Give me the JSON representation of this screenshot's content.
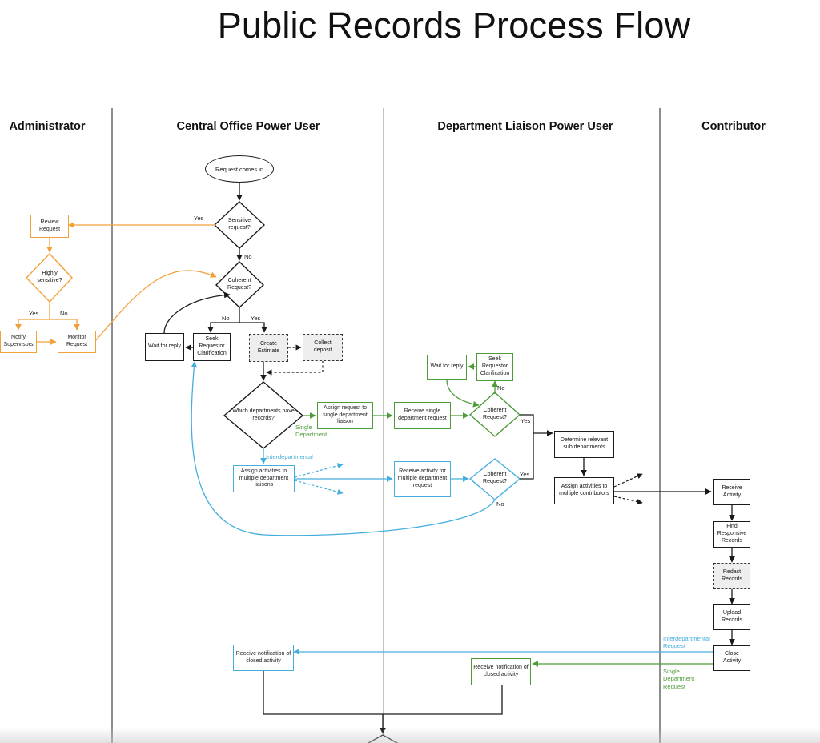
{
  "title": "Public Records Process Flow",
  "lanes": {
    "administrator": "Administrator",
    "central_office": "Central Office Power User",
    "department_liaison": "Department Liaison Power User",
    "contributor": "Contributor"
  },
  "nodes": {
    "request_comes_in": "Request comes in",
    "sensitive_request": "Sensitive request?",
    "review_request": "Review Request",
    "highly_sensitive": "Highly sensitive?",
    "notify_supervisors": "Notify Supervisors",
    "monitor_request": "Monitor Request",
    "coherent_request_central": "Coherent Request?",
    "wait_for_reply_central": "Wait for reply",
    "seek_clarification_central": "Seek Requestor Clarification",
    "create_estimate": "Create Estimate",
    "collect_deposit": "Collect deposit",
    "which_departments": "Which departments have records?",
    "assign_single_liaison": "Assign request to single department liaison",
    "assign_multiple_liaisons": "Assign activities to multiple department liaisons",
    "receive_single_request": "Receive single department request",
    "receive_multiple_activity": "Receive activity for multiple department request",
    "coherent_request_single": "Coherent Request?",
    "coherent_request_multiple": "Coherent Request?",
    "wait_for_reply_liaison": "Wait for reply",
    "seek_clarification_liaison": "Seek Requestor Clarification",
    "determine_sub_departments": "Determine relevant sub departments",
    "assign_multiple_contributors": "Assign activities to multiple contributors",
    "receive_activity": "Receive Activity",
    "find_responsive_records": "Find Responsive Records",
    "redact_records": "Redact Records",
    "upload_records": "Upload Records",
    "close_activity": "Close Activity",
    "notify_closed_central": "Receive notification of closed activity",
    "notify_closed_liaison": "Receive notification of closed activity"
  },
  "labels": {
    "yes_sensitive": "Yes",
    "no_sensitive": "No",
    "yes_highly": "Yes",
    "no_highly": "No",
    "no_coherent_central": "No",
    "yes_coherent_central": "Yes",
    "single_department": "Single Department",
    "interdepartmental": "Interdepartmental",
    "no_coherent_single": "No",
    "yes_coherent_single": "Yes",
    "yes_coherent_multiple": "Yes",
    "no_coherent_multiple": "No",
    "interdepartmental_request": "Interdepartmental Request",
    "single_department_request": "Single Department Request"
  },
  "colors": {
    "administrator": "#f2a13a",
    "single_department": "#4f9b3a",
    "interdepartmental": "#45aede",
    "default": "#1a1a1a"
  }
}
